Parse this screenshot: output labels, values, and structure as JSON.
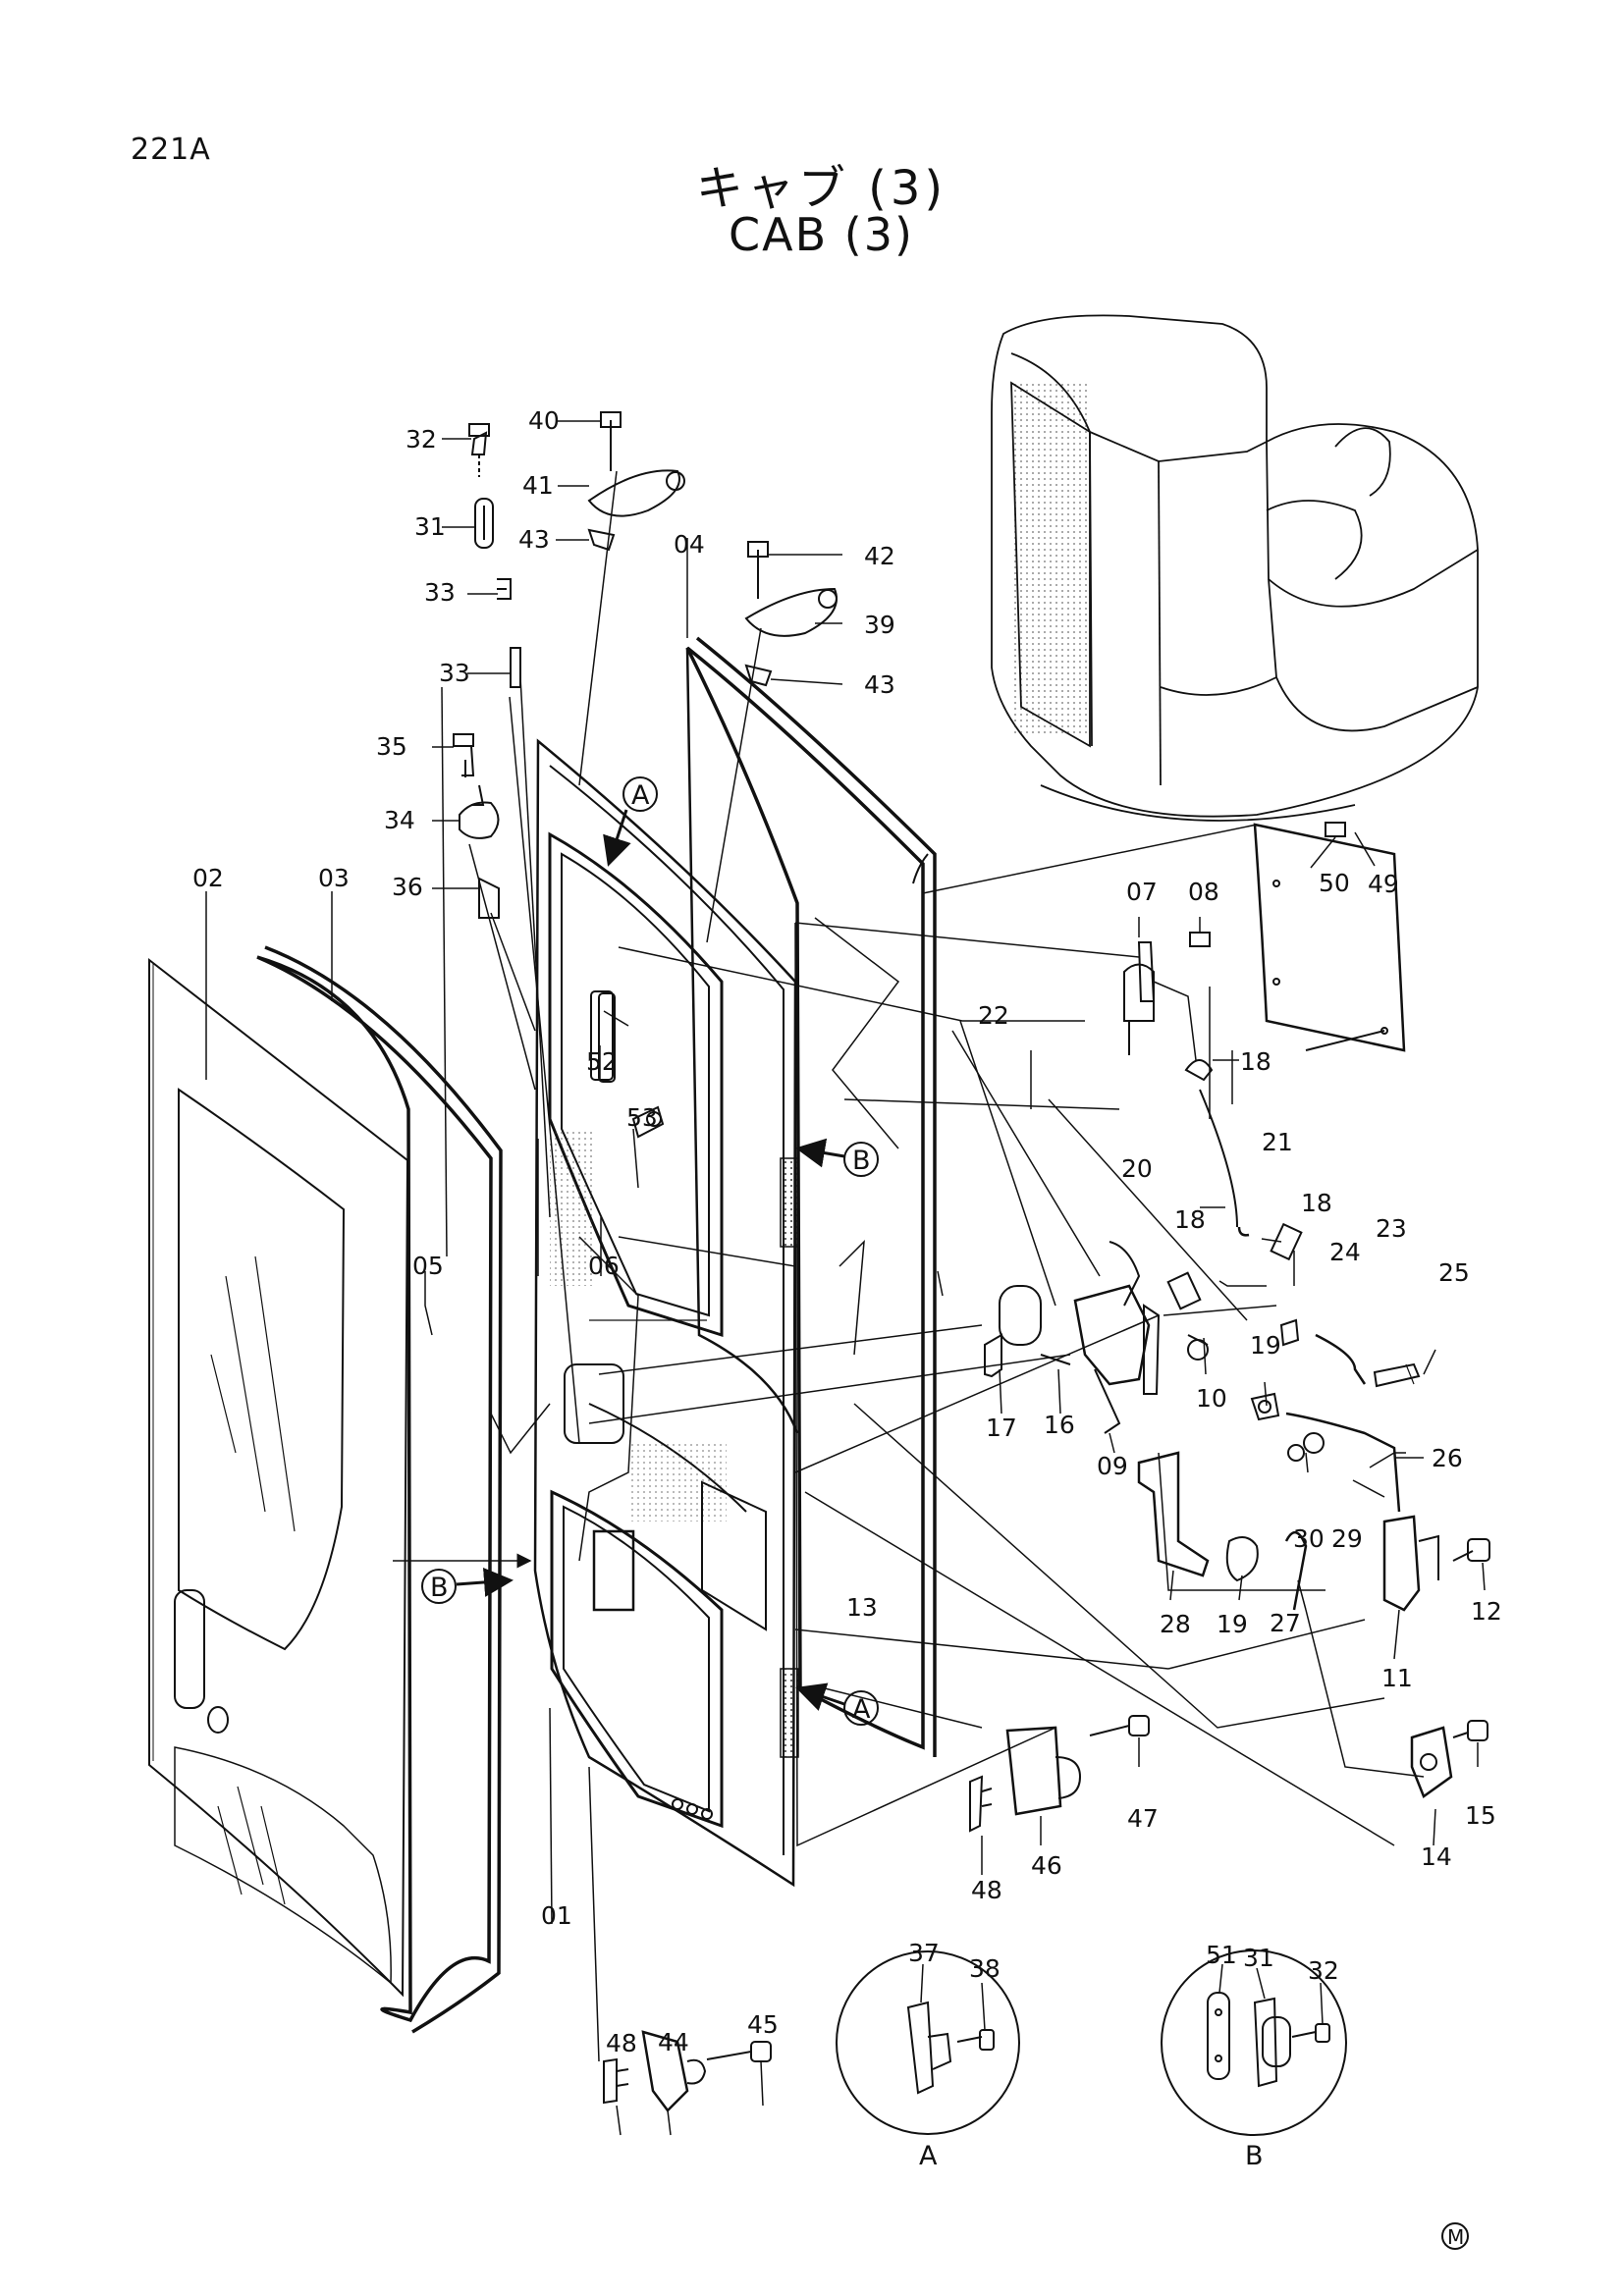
{
  "header": {
    "page_number": "221A",
    "title_jp": "キャブ (3)",
    "title_en": "CAB (3)"
  },
  "footer": {
    "mark": "M"
  },
  "callouts": [
    "01",
    "02",
    "03",
    "04",
    "05",
    "06",
    "07",
    "08",
    "09",
    "10",
    "11",
    "12",
    "13",
    "14",
    "15",
    "16",
    "17",
    "18",
    "18",
    "18",
    "19",
    "19",
    "20",
    "21",
    "22",
    "23",
    "24",
    "25",
    "26",
    "27",
    "28",
    "29",
    "30",
    "31",
    "32",
    "33",
    "33",
    "34",
    "35",
    "36",
    "39",
    "40",
    "41",
    "42",
    "43",
    "43",
    "44",
    "45",
    "46",
    "47",
    "48",
    "48",
    "49",
    "50",
    "52",
    "53"
  ],
  "view_markers": [
    "A",
    "A",
    "B",
    "B"
  ],
  "detail_a": {
    "label": "A",
    "parts": [
      "37",
      "38"
    ]
  },
  "detail_b": {
    "label": "B",
    "parts": [
      "51",
      "31",
      "32"
    ]
  },
  "colors": {
    "ink": "#111111",
    "paper": "#ffffff",
    "shade": "#9a9a9a"
  }
}
